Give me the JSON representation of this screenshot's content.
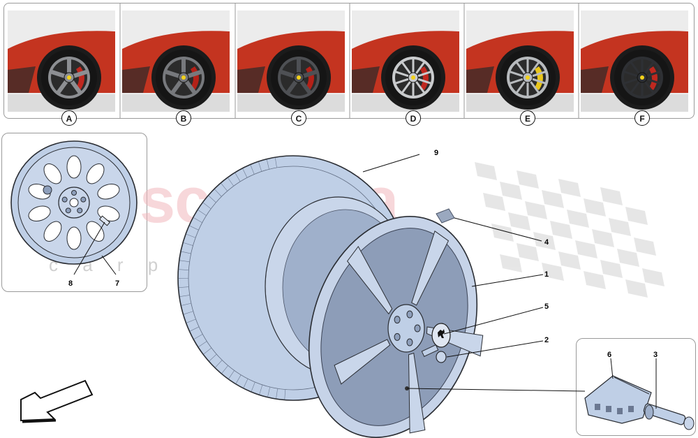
{
  "variants": [
    {
      "letter": "A",
      "rim": "#8d8f93",
      "caliper": "#c0281f",
      "style": "split"
    },
    {
      "letter": "B",
      "rim": "#77797d",
      "caliper": "#b42118",
      "style": "five"
    },
    {
      "letter": "C",
      "rim": "#4e5054",
      "caliper": "#b42118",
      "style": "five"
    },
    {
      "letter": "D",
      "rim": "#c9cbcd",
      "caliper": "#c0281f",
      "style": "y"
    },
    {
      "letter": "E",
      "rim": "#b7babd",
      "caliper": "#e8c51a",
      "style": "y"
    },
    {
      "letter": "F",
      "rim": "#2e3034",
      "caliper": "#c0281f",
      "style": "y"
    }
  ],
  "labels": {
    "n1": "1",
    "n2": "2",
    "n3": "3",
    "n4": "4",
    "n5": "5",
    "n6": "6",
    "n7": "7",
    "n8": "8",
    "n9": "9"
  },
  "watermark": {
    "main": "scuderia",
    "sub": "c a r   p a r t s"
  },
  "colors": {
    "part_fill": "#bfcfe6",
    "part_dark": "#8e9fbb",
    "car_red": "#c43420",
    "wall": "#ececec"
  }
}
